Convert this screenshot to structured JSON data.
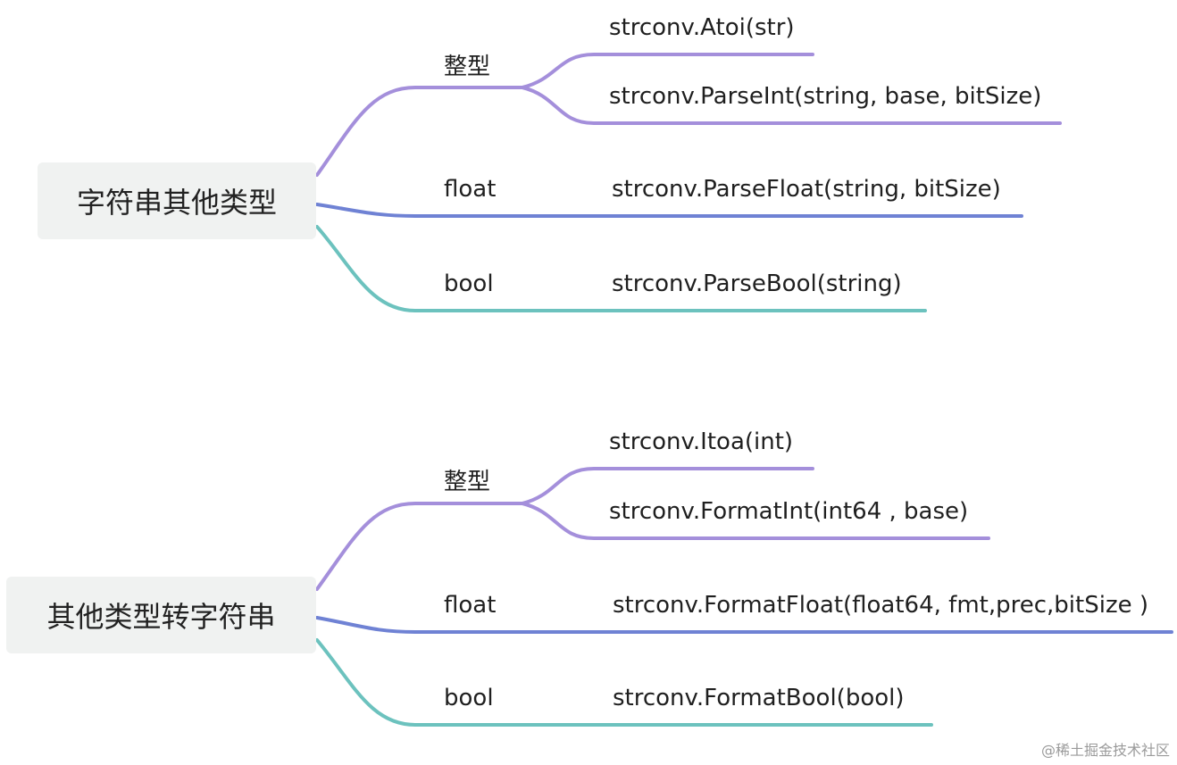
{
  "colors": {
    "int": "#a48fdb",
    "float": "#6f82d4",
    "bool": "#6cc2be",
    "root_bg": "#f0f2f1"
  },
  "map1": {
    "root": "字符串其他类型",
    "int_label": "整型",
    "int_fn1": "strconv.Atoi(str)",
    "int_fn2": "strconv.ParseInt(string, base, bitSize)",
    "float_label": "float",
    "float_fn": "strconv.ParseFloat(string, bitSize)",
    "bool_label": "bool",
    "bool_fn": "strconv.ParseBool(string)"
  },
  "map2": {
    "root": "其他类型转字符串",
    "int_label": "整型",
    "int_fn1": "strconv.Itoa(int)",
    "int_fn2": "strconv.FormatInt(int64 , base)",
    "float_label": "float",
    "float_fn": "strconv.FormatFloat(float64, fmt,prec,bitSize )",
    "bool_label": "bool",
    "bool_fn": "strconv.FormatBool(bool)"
  },
  "watermark": "@稀土掘金技术社区"
}
